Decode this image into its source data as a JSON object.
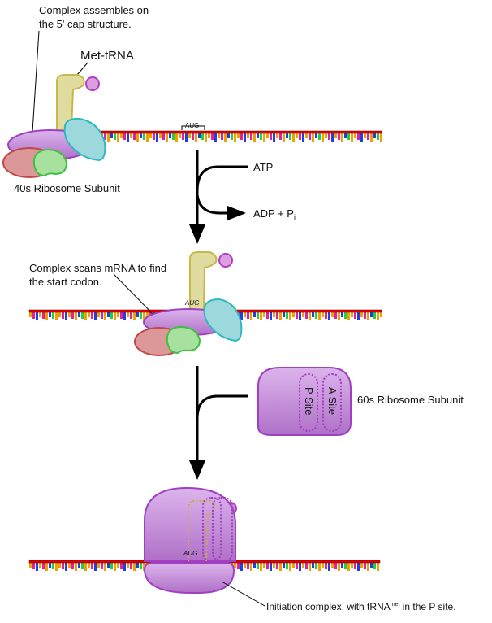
{
  "labels": {
    "cap_line1": "Complex assembles on",
    "cap_line2": "the 5' cap structure.",
    "met_trna": "Met-tRNA",
    "aug": "AUG",
    "small_subunit": "40s Ribosome Subunit",
    "atp": "ATP",
    "adp": "ADP + P",
    "adp_sub": "i",
    "scan_line1": "Complex scans mRNA to find",
    "scan_line2": "the start codon.",
    "large_subunit": "60s Ribosome Subunit",
    "p_site": "P Site",
    "a_site": "A Site",
    "initiation_pre": "Initiation complex, with tRNA",
    "initiation_sup": "met",
    "initiation_post": " in the P site."
  },
  "colors": {
    "ribosome": "#c890dc",
    "ribosome_stroke": "#a040c0",
    "trna": "#e0dca0",
    "trna_stroke": "#c8b84a",
    "cyan_factor": "#9cd8dc",
    "red_factor": "#dc9898",
    "green_factor": "#a8e0a0",
    "mrna": "#e00000",
    "bases": [
      "#f0a000",
      "#e020a0",
      "#2040e0",
      "#20d040",
      "#f0a000",
      "#e020a0"
    ]
  }
}
